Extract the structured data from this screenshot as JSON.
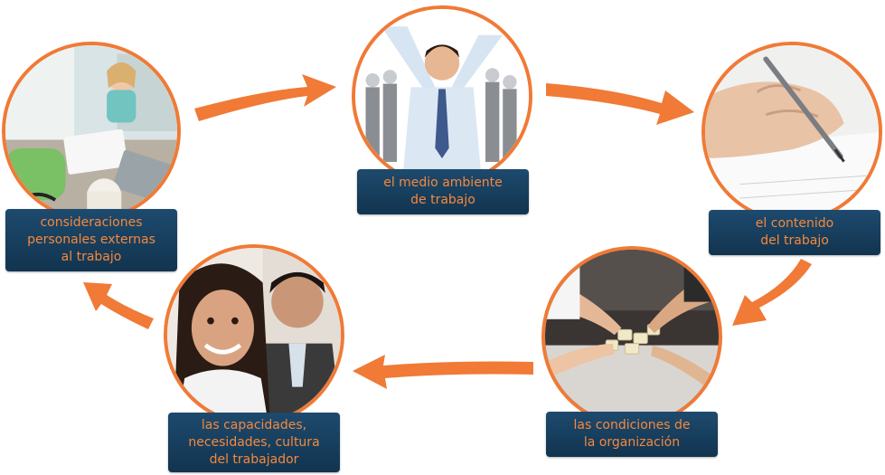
{
  "nodes": [
    {
      "id": "personal",
      "label": "consideraciones\npersonales externas\nal trabajo",
      "photo_icon": "child-with-laptop-photo"
    },
    {
      "id": "environment",
      "label": "el medio ambiente\nde trabajo",
      "photo_icon": "cheering-businessman-photo"
    },
    {
      "id": "content",
      "label": "el contenido\ndel trabajo",
      "photo_icon": "hand-writing-pen-photo"
    },
    {
      "id": "conditions",
      "label": "las condiciones de\nla organización",
      "photo_icon": "team-hands-puzzle-photo"
    },
    {
      "id": "capabilities",
      "label": "las capacidades,\nnecesidades, cultura\ndel trabajador",
      "photo_icon": "smiling-workers-photo"
    }
  ],
  "colors": {
    "accent": "#f07a36",
    "label_bg": "#1b4566",
    "label_text": "#f6883c"
  }
}
